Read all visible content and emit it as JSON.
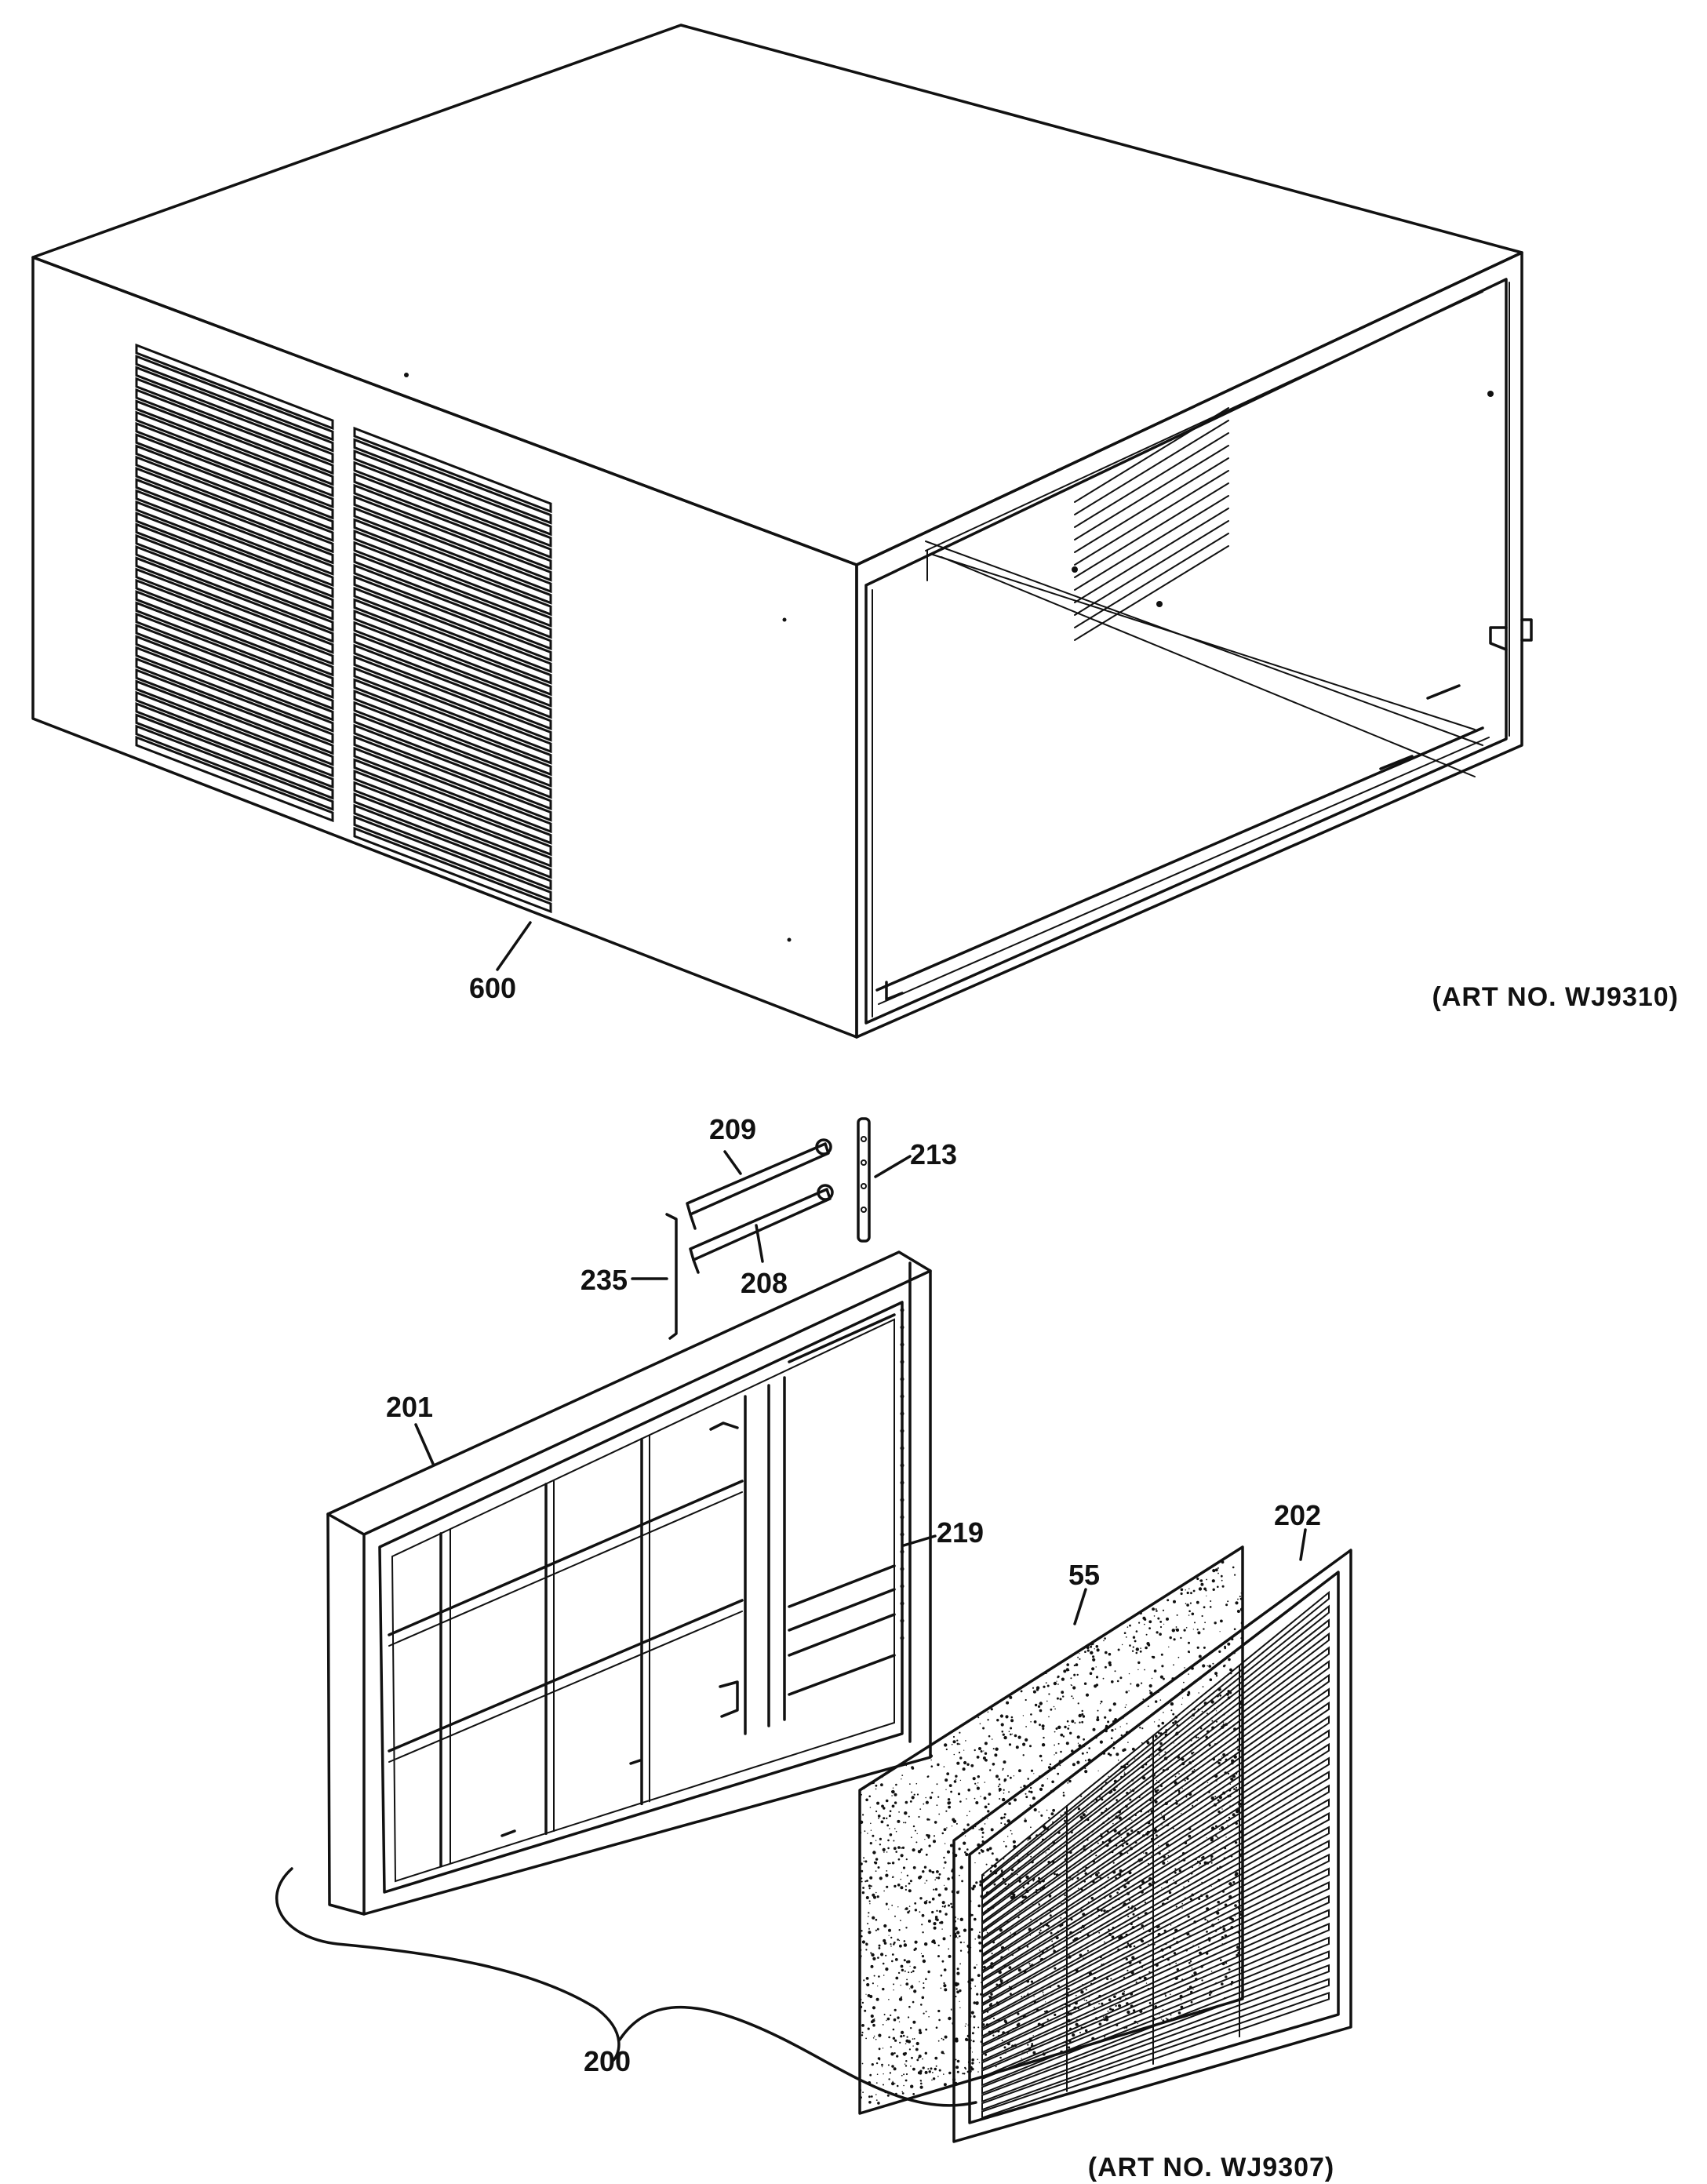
{
  "labels": {
    "cabinet": "600",
    "art_top": "(ART NO. WJ9310)",
    "p209": "209",
    "p213": "213",
    "p235": "235",
    "p208": "208",
    "p201": "201",
    "p219": "219",
    "p55": "55",
    "p202": "202",
    "p200": "200",
    "art_bottom": "(ART NO. WJ9307)"
  }
}
